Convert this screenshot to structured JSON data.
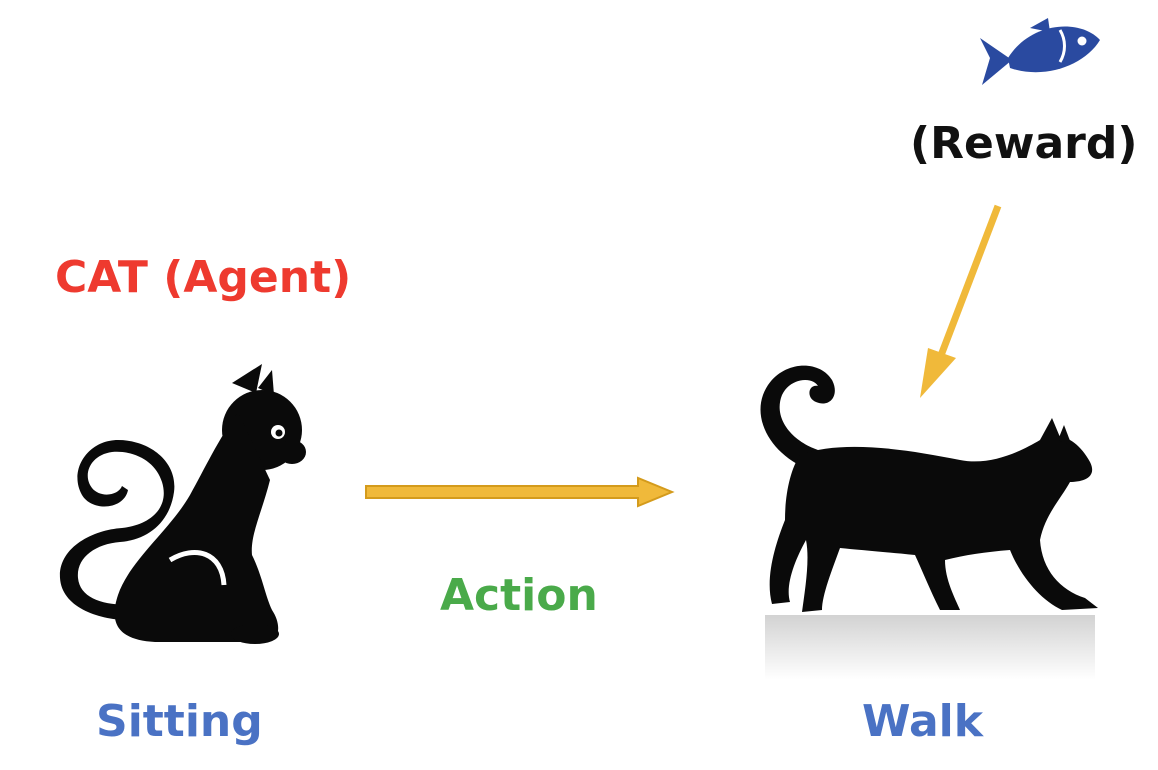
{
  "labels": {
    "agent": "CAT (Agent)",
    "sitting": "Sitting",
    "action": "Action",
    "walk": "Walk",
    "reward": "(Reward)"
  },
  "colors": {
    "agent": "#ee3a2f",
    "state": "#4a72c4",
    "action": "#4aaa4a",
    "reward": "#111111",
    "arrow_fill": "#f0b93a",
    "arrow_stroke": "#d49b1c",
    "fish": "#2a4aa0",
    "cat": "#0a0a0a"
  },
  "icons": {
    "sitting_cat": "sitting-cat-silhouette",
    "walking_cat": "walking-cat-silhouette",
    "fish": "fish-icon"
  }
}
